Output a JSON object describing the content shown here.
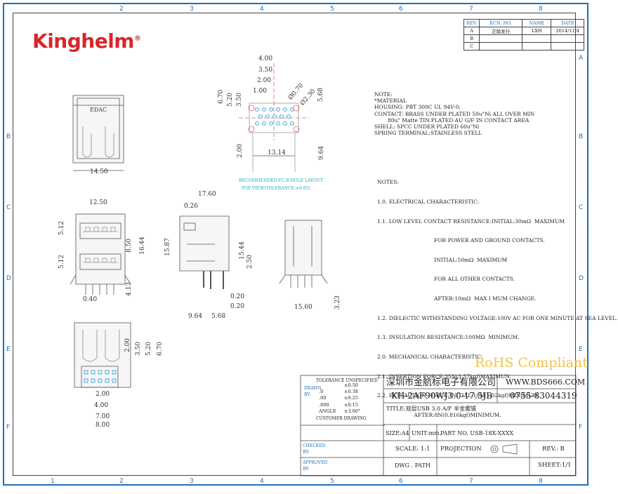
{
  "brand": {
    "name": "Kinghelm",
    "mark": "®"
  },
  "zones": {
    "top": [
      "2",
      "3",
      "4",
      "5",
      "6",
      "7",
      "8"
    ],
    "bottom": [
      "1",
      "2",
      "3",
      "4",
      "5",
      "6",
      "7",
      "8"
    ],
    "left": [
      "B",
      "C",
      "D",
      "E",
      "F"
    ],
    "right": [
      "A",
      "B",
      "C",
      "D",
      "E",
      "F"
    ]
  },
  "revision_table": {
    "headers": [
      "REV.",
      "ECN. NO.",
      "NAME",
      "DATE"
    ],
    "rows": [
      [
        "A",
        "正版发行",
        "LXH",
        "2014/11/4"
      ],
      [
        "B",
        "",
        "",
        ""
      ],
      [
        "C",
        "",
        "",
        ""
      ]
    ]
  },
  "material_notes": [
    "NOTE:",
    "*MATERIAL",
    "HOUSING: PBT 300C UL 94V-0;",
    "CONTACT: BRASS UNDER PLATED 50u\"Ni ALL OVER MIN",
    "        80u\" Matte TIN.PLATED AU G/F IN CONTACT AREA",
    "SHELL: SPCC UNDER PLATED 60u\"Ni",
    "SPRING TERMINAL:STAINLESS STELL"
  ],
  "characteristic_notes": [
    "NOTES:",
    "1.0. ELECTRICAL CHARACTERISTIC:",
    "1.1. LOW LEVEL CONTACT RESISTANCE:INITIAL:30mΩ  MAXIMUM",
    "                                  FOR POWER AND GROUND CONTACTS.",
    "                                  INITIAL:50mΩ  MAXIMUM",
    "                                  FOR ALL OTHER CONTACTS.",
    "                                  AFTER:10mΩ  MAX I MUM CHANGE.",
    "1.2. DIELECTIC WITHSTANDING VOLTAGE:100V AC FOR ONE MINUTE AT SEA LEVEL.",
    "1.3. INSULATION RESISTANCE:100MΩ  MINIMUM.",
    "2.0. MECHANICAL CHARACTERISTIC:",
    "2.1. INSERTION FORCE:35N(3.57kgf)MAXIMUN.",
    "2.2. EXTRACTION FORCE:INITIAL:10N(1.02kgf)MINIMUM.",
    "                      AFTER:8N(0.816kgf)MINIMUM."
  ],
  "top_view": {
    "label": "EDAC",
    "width_dim": "14.50"
  },
  "pcb_layout": {
    "dims_top": [
      "4.00",
      "3.50",
      "2.00",
      "1.00"
    ],
    "dims_left": [
      "6.70",
      "5.20",
      "3.50"
    ],
    "dims_misc": [
      "Ø0.70",
      "Ø2.30",
      "5.68",
      "2.00",
      "13.14",
      "9.64"
    ],
    "caption_1": "RECOMMENDED P.C.B.HOLE LAYOUT",
    "caption_2": "TOP VIEW(TOLERANCE:±0.05)"
  },
  "front_view": {
    "dims": [
      "12.50",
      "5.12",
      "5.12",
      "8.50",
      "16.44",
      "4.13",
      "0.40"
    ]
  },
  "side_view": {
    "dims": [
      "17.60",
      "0.26",
      "15.87",
      "15.44",
      "2.50",
      "0.20",
      "0.20",
      "9.64",
      "5.68"
    ]
  },
  "end_view": {
    "dims": [
      "15.60",
      "3.23"
    ]
  },
  "bottom_view": {
    "dims": [
      "2.00",
      "3.50",
      "5.20",
      "6.70",
      "2.00",
      "4.00",
      "7.00",
      "8.00"
    ]
  },
  "rohs": "RoHS Compliant",
  "title_block": {
    "company": "深圳市金航标电子有限公司",
    "website": "WWW.BDS666.COM",
    "model": "KH-2AF90WJ3.0-17.5JB",
    "phone": "0755-83044319",
    "title": "TITLE:双层USB 3.0 A/F  半金雾锡",
    "size": "SIZE:A4",
    "unit": "UNIT:mm.",
    "part_no": "PART NO. USB-18X-XXXX",
    "scale": "SCALE: 1:1",
    "projection": "PROJECTION",
    "rev": "REV.: B",
    "dwg": "DWG . PATH",
    "sheet": "SHEET:1/1",
    "tolerance_header": "TOLERANCE UNSPECIFIED",
    "tolerance_rows": [
      [
        "",
        "±0.50"
      ],
      [
        ".0",
        "±0.38"
      ],
      [
        ".00",
        "±0.25"
      ],
      [
        ".000",
        "±0.15"
      ],
      [
        "ANGLE",
        "±3.00°"
      ]
    ],
    "drawn_label": "DRAWN BY:",
    "customer_drawing": "CUSTOMER DRAWING",
    "checked_label": "CHECKED BY:",
    "approved_label": "APPROVED BY:"
  }
}
